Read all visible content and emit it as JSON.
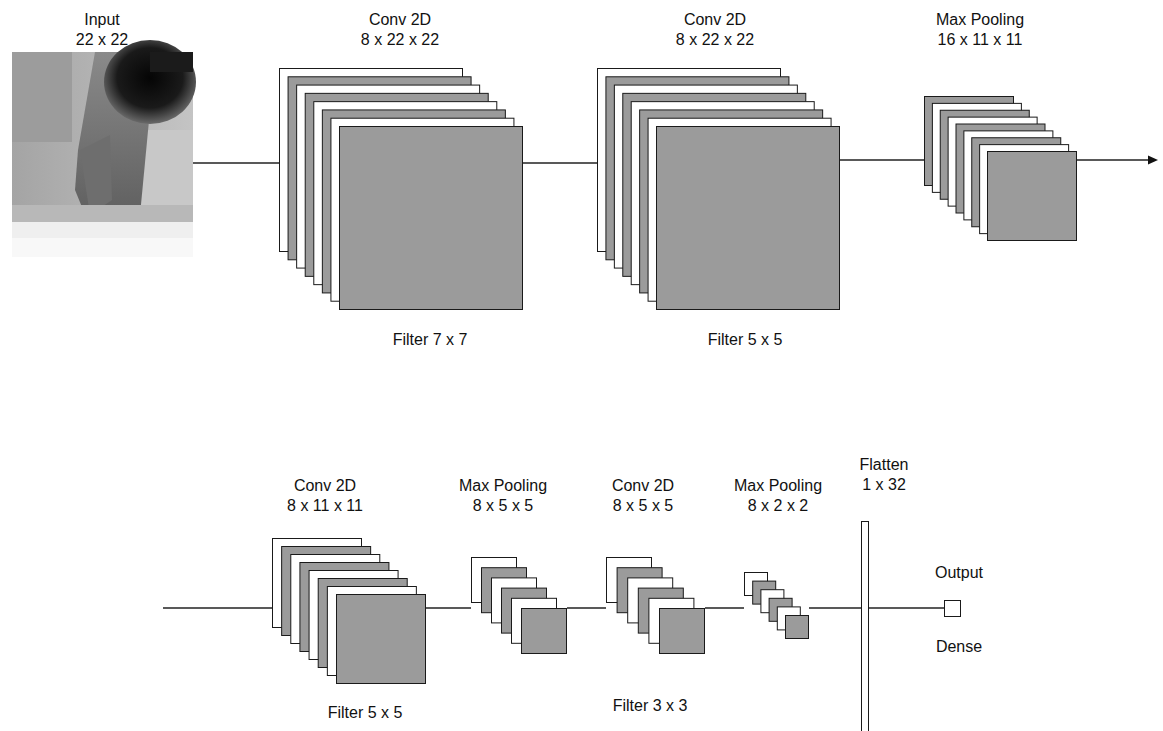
{
  "diagram": {
    "nodes": [
      {
        "text": [
          "Input",
          "22 x 22"
        ]
      },
      {
        "text": [
          "Conv 2D",
          "8 x 22 x 22",
          "Filter 7 x 7"
        ]
      },
      {
        "text": [
          "Conv 2D",
          "8 x 22 x 22",
          "Filter 5 x 5"
        ]
      },
      {
        "text": [
          "Max Pooling",
          "16 x 11 x 11"
        ]
      },
      {
        "text": [
          "Conv 2D",
          "8 x 11 x 11",
          "Filter 5 x 5"
        ]
      },
      {
        "text": [
          "Max Pooling",
          "8 x 5 x 5"
        ]
      },
      {
        "text": [
          "Conv 2D",
          "8 x 5 x 5",
          "Filter 3 x 3"
        ]
      },
      {
        "text": [
          "Max Pooling",
          "8 x 2 x 2"
        ]
      },
      {
        "text": [
          "Flatten",
          "1 x 32"
        ]
      },
      {
        "text": [
          "Output",
          "Dense"
        ]
      }
    ],
    "edges": [
      {
        "from": 0,
        "to": 1,
        "arrow": "none"
      },
      {
        "from": 1,
        "to": 2,
        "arrow": "none"
      },
      {
        "from": 2,
        "to": 3,
        "arrow": "none"
      },
      {
        "from": 4,
        "to": 5,
        "arrow": "none"
      },
      {
        "from": 5,
        "to": 6,
        "arrow": "none"
      },
      {
        "from": 6,
        "to": 7,
        "arrow": "none"
      },
      {
        "from": 7,
        "to": 8,
        "arrow": "none"
      },
      {
        "from": 8,
        "to": 9,
        "arrow": "none"
      }
    ]
  }
}
